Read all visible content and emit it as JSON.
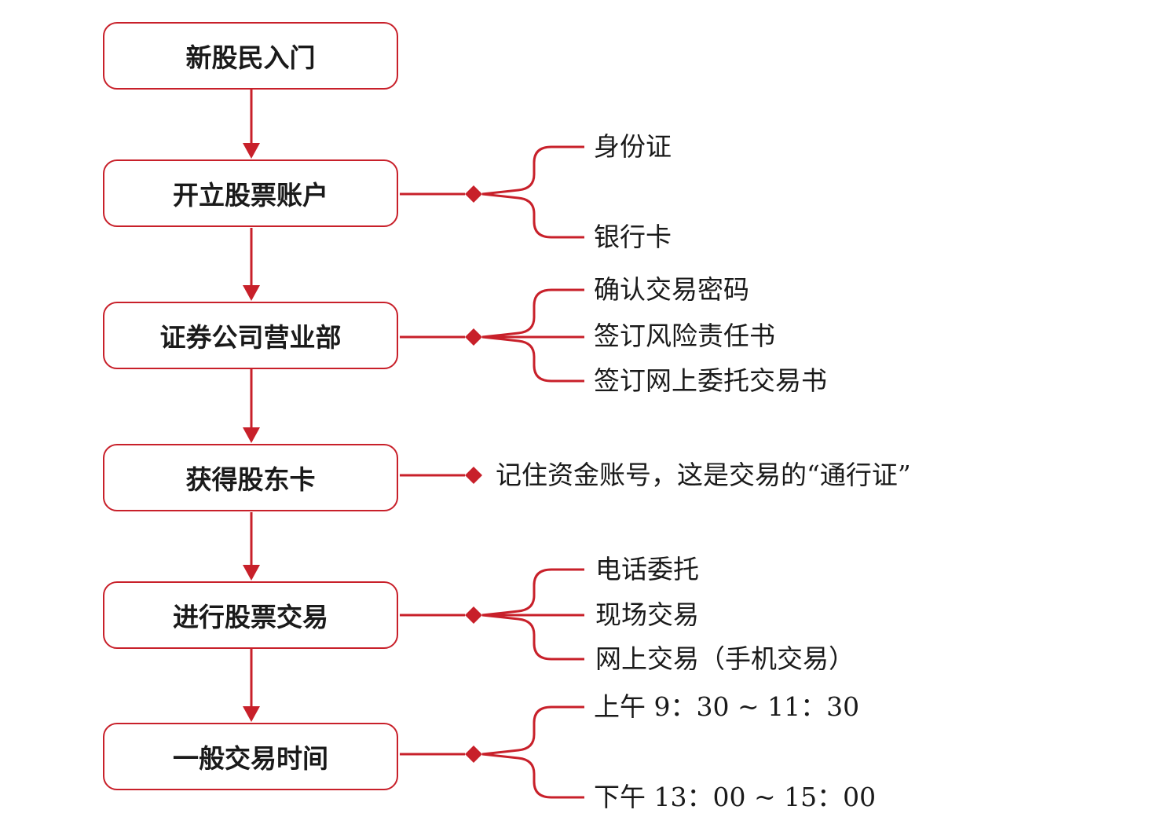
{
  "colors": {
    "accent": "#c8202a",
    "text": "#1a1a1a"
  },
  "steps": [
    {
      "label": "新股民入门",
      "notes": []
    },
    {
      "label": "开立股票账户",
      "notes": [
        "身份证",
        "银行卡"
      ]
    },
    {
      "label": "证券公司营业部",
      "notes": [
        "确认交易密码",
        "签订风险责任书",
        "签订网上委托交易书"
      ]
    },
    {
      "label": "获得股东卡",
      "notes": [
        "记住资金账号，这是交易的“通行证”"
      ]
    },
    {
      "label": "进行股票交易",
      "notes": [
        "电话委托",
        "现场交易",
        "网上交易（手机交易）"
      ]
    },
    {
      "label": "一般交易时间",
      "notes": [
        "上午 9：30 ~ 11：30",
        "下午 13：00 ~ 15：00"
      ]
    }
  ]
}
